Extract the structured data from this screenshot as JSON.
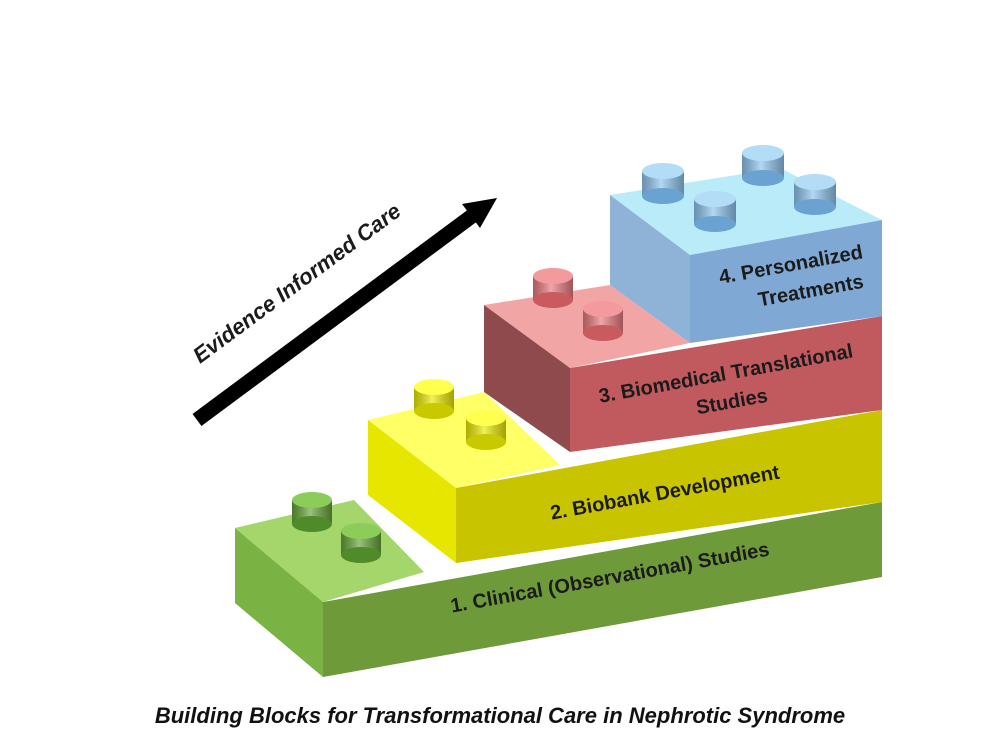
{
  "diagram": {
    "arrow_label": "Evidence Informed Care",
    "caption": "Building Blocks for Transformational Care in Nephrotic Syndrome",
    "blocks": [
      {
        "label_line1": "1. Clinical (Observational) Studies",
        "label_line2": "",
        "color": "#6e9a3a"
      },
      {
        "label_line1": "2. Biobank Development",
        "label_line2": "",
        "color": "#c8c400"
      },
      {
        "label_line1": "3. Biomedical Translational",
        "label_line2": "Studies",
        "color": "#c05a5e"
      },
      {
        "label_line1": "4. Personalized",
        "label_line2": "Treatments",
        "color": "#7fa8d4"
      }
    ]
  }
}
